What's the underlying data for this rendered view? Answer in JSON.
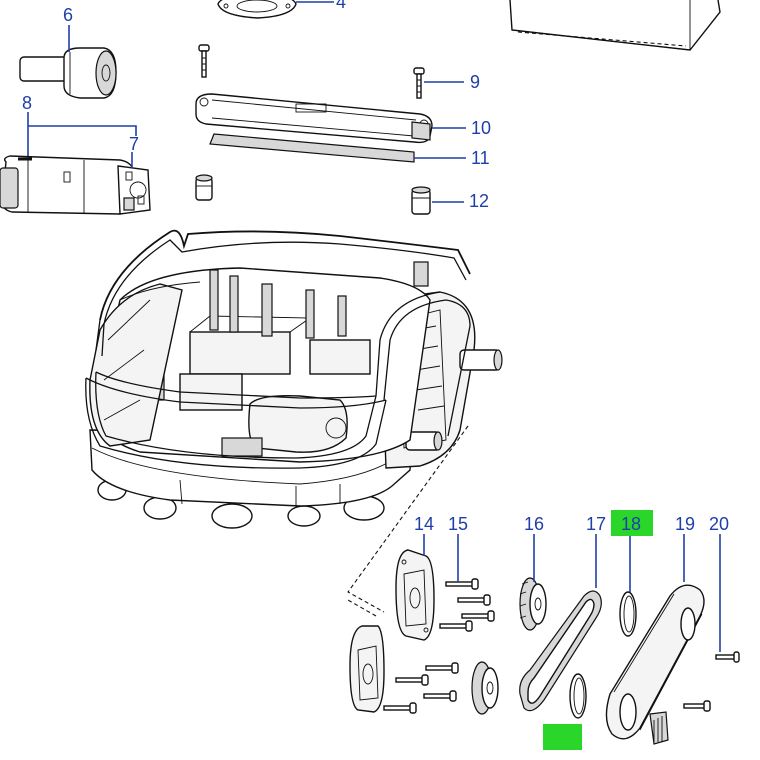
{
  "diagram": {
    "highlight_color": "#2bd62b",
    "callout_color": "#1f3fa8",
    "callouts": [
      {
        "id": "c4",
        "label": "4"
      },
      {
        "id": "c6",
        "label": "6"
      },
      {
        "id": "c7",
        "label": "7"
      },
      {
        "id": "c8",
        "label": "8"
      },
      {
        "id": "c9",
        "label": "9"
      },
      {
        "id": "c10",
        "label": "10"
      },
      {
        "id": "c11",
        "label": "11"
      },
      {
        "id": "c12",
        "label": "12"
      },
      {
        "id": "c14",
        "label": "14"
      },
      {
        "id": "c15",
        "label": "15"
      },
      {
        "id": "c16",
        "label": "16"
      },
      {
        "id": "c17",
        "label": "17"
      },
      {
        "id": "c18",
        "label": "18"
      },
      {
        "id": "c19",
        "label": "19"
      },
      {
        "id": "c20",
        "label": "20"
      }
    ]
  }
}
